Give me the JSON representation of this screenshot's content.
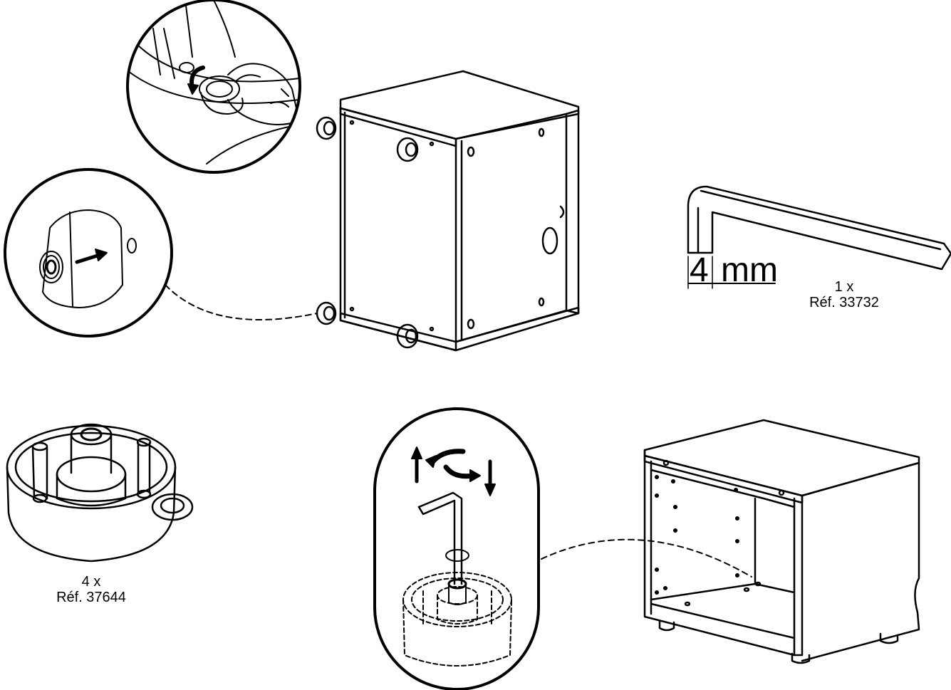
{
  "allen_key": {
    "size_number": "4",
    "size_unit": "mm",
    "quantity": "1 x",
    "reference": "Réf. 33732"
  },
  "foot": {
    "quantity": "4 x",
    "reference": "Réf. 37644"
  }
}
